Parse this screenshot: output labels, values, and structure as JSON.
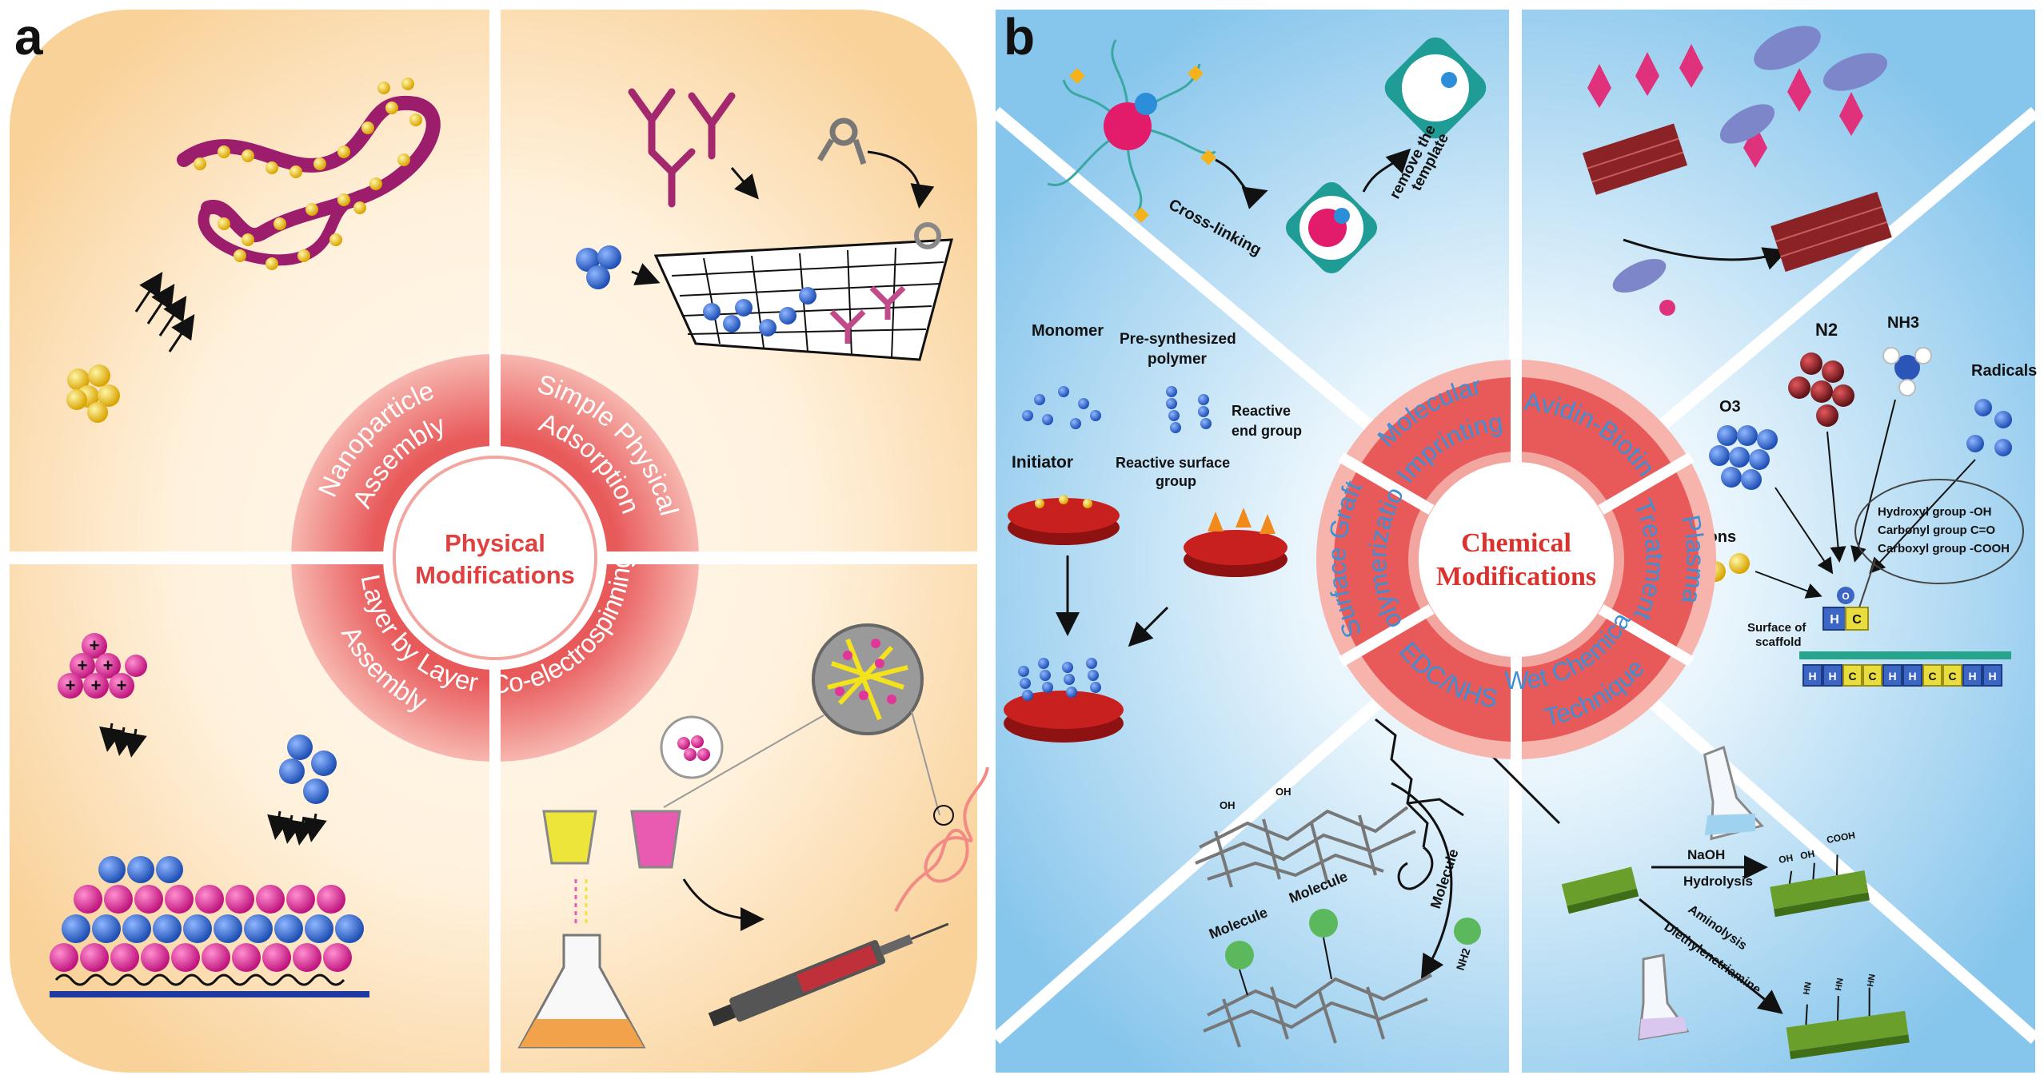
{
  "panel_a": {
    "letter": "a",
    "center": {
      "line1": "Physical",
      "line2": "Modifications"
    },
    "ring": [
      "Nanoparticle Assembly",
      "Simple Physical Adsorption",
      "Layer by Layer Assembly",
      "Co-electrospinning"
    ],
    "ring_lines": {
      "tl": [
        "Nanoparticle",
        "Assembly"
      ],
      "tr": [
        "Simple Physical",
        "Adsorption"
      ],
      "bl": [
        "Layer by Layer",
        "Assembly"
      ],
      "br": [
        "Co-electrospinning"
      ]
    },
    "colors": {
      "ring": "#e8595a",
      "ring_light": "#f7b7b0",
      "text": "#ffffff",
      "center_text": "#e0403f",
      "bg": "#fde2b8"
    }
  },
  "panel_b": {
    "letter": "b",
    "center": {
      "line1": "Chemical",
      "line2": "Modifications"
    },
    "ring_lines": {
      "mi": [
        "Molecular",
        "Imprinting"
      ],
      "ab": [
        "Avidin-Biotin"
      ],
      "sg": [
        "Surface Graft",
        "Polymerization"
      ],
      "pt": [
        "Plasma",
        "Treatment"
      ],
      "en": [
        "EDC/NHS"
      ],
      "wc": [
        "Wet Chemical",
        "Technique"
      ]
    },
    "labels": {
      "cross_linking": "Cross-linking",
      "remove_template_1": "remove the",
      "remove_template_2": "template",
      "monomer": "Monomer",
      "presynth_1": "Pre-synthesized",
      "presynth_2": "polymer",
      "reactive_end_1": "Reactive",
      "reactive_end_2": "end group",
      "initiator": "Initiator",
      "reactive_surface_1": "Reactive surface",
      "reactive_surface_2": "group",
      "n2": "N2",
      "nh3": "NH3",
      "radicals": "Radicals",
      "o3": "O3",
      "ions": "Ions",
      "hydroxyl": "Hydroxyl group   -OH",
      "carbonyl": "Carbonyl group   C=O",
      "carboxyl": "Carboxyl group -COOH",
      "surface_1": "Surface of",
      "surface_2": "scaffold",
      "molecule_1": "Molecule",
      "molecule_2": "Molecule",
      "molecule_3": "Molecule",
      "nh2": "NH2",
      "oh1": "OH",
      "oh2": "OH",
      "naoh": "NaOH",
      "hydrolysis": "Hydrolysis",
      "aminolysis": "Aminolysis",
      "diethylenetriamine": "Diethylenetriamine",
      "cooh": "COOH",
      "nh_small": "HN",
      "o_letter": "O",
      "c_letter": "C",
      "h_letter": "H",
      "ion_plus": "+"
    },
    "blocks": [
      "H",
      "H",
      "C",
      "C",
      "H",
      "H",
      "C",
      "C",
      "H",
      "H"
    ],
    "colors": {
      "ring": "#e8595a",
      "ring_text": "#3f8fd4",
      "center_text": "#d9332e",
      "bg": "#bfe0f5"
    }
  }
}
